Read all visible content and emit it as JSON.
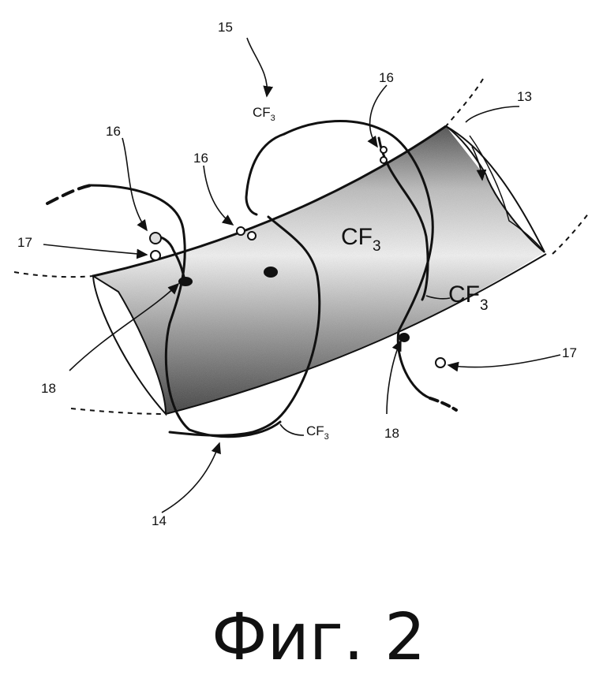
{
  "figure": {
    "caption": "Фиг. 2",
    "labels": {
      "ref_13": "13",
      "ref_14": "14",
      "ref_15": "15",
      "ref_16": "16",
      "ref_17": "17",
      "ref_18": "18"
    },
    "chem": {
      "cf": "CF",
      "sub": "3"
    }
  },
  "colors": {
    "ink": "#111111",
    "shade": "#555555",
    "paper": "#ffffff"
  }
}
